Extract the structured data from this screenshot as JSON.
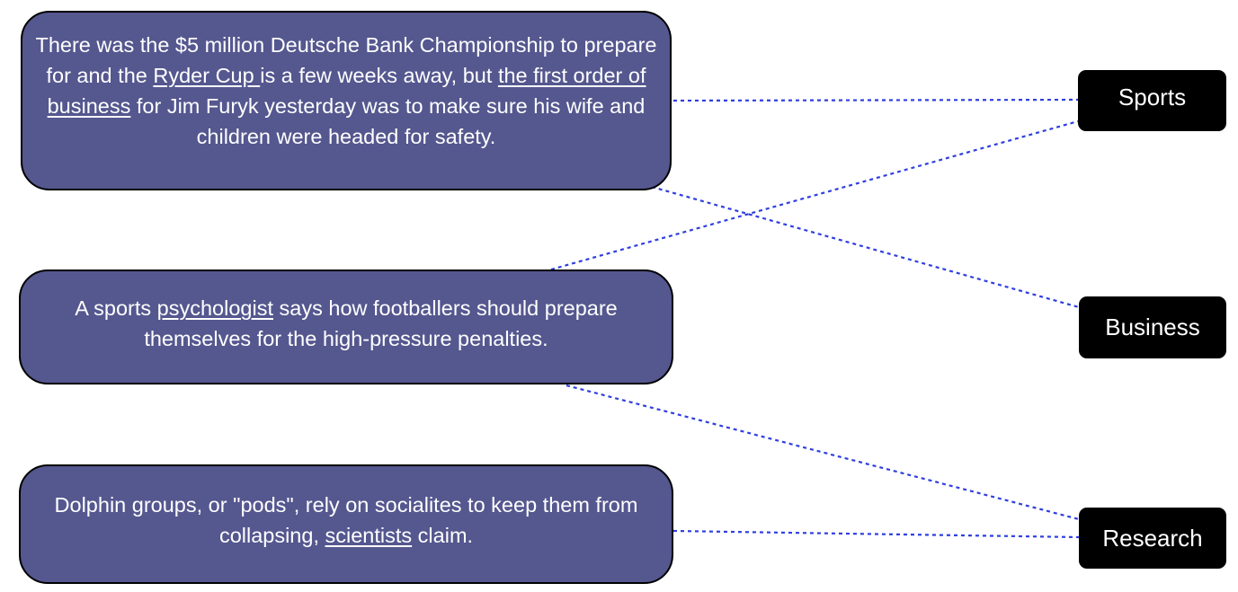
{
  "texts": [
    {
      "line_parts": [
        {
          "text": "There was the $5 million Deutsche Bank Championship to prepare for and the ",
          "underline": false
        },
        {
          "text": "Ryder Cup ",
          "underline": true
        },
        {
          "text": "is a few weeks away, but ",
          "underline": false
        },
        {
          "text": "the first order of business",
          "underline": true
        },
        {
          "text": " for Jim Furyk yesterday was to make sure his wife and children were headed for safety.",
          "underline": false
        }
      ]
    },
    {
      "line_parts": [
        {
          "text": "A sports ",
          "underline": false
        },
        {
          "text": "psychologist",
          "underline": true
        },
        {
          "text": " says how footballers should prepare themselves for the high-pressure penalties.",
          "underline": false
        }
      ]
    },
    {
      "line_parts": [
        {
          "text": "Dolphin groups, or \"pods\", rely on socialites to keep them from collapsing, ",
          "underline": false
        },
        {
          "text": "scientists",
          "underline": true
        },
        {
          "text": " claim.",
          "underline": false
        }
      ]
    }
  ],
  "labels": {
    "sports": "Sports",
    "business": "Business",
    "research": "Research"
  },
  "connections": [
    {
      "from": "text-1",
      "to": "Sports"
    },
    {
      "from": "text-1",
      "to": "Business"
    },
    {
      "from": "text-2",
      "to": "Sports"
    },
    {
      "from": "text-2",
      "to": "Research"
    },
    {
      "from": "text-3",
      "to": "Research"
    }
  ],
  "colors": {
    "text_box_fill": "#55578f",
    "label_fill": "#000000",
    "connector": "#2f3fe0"
  }
}
